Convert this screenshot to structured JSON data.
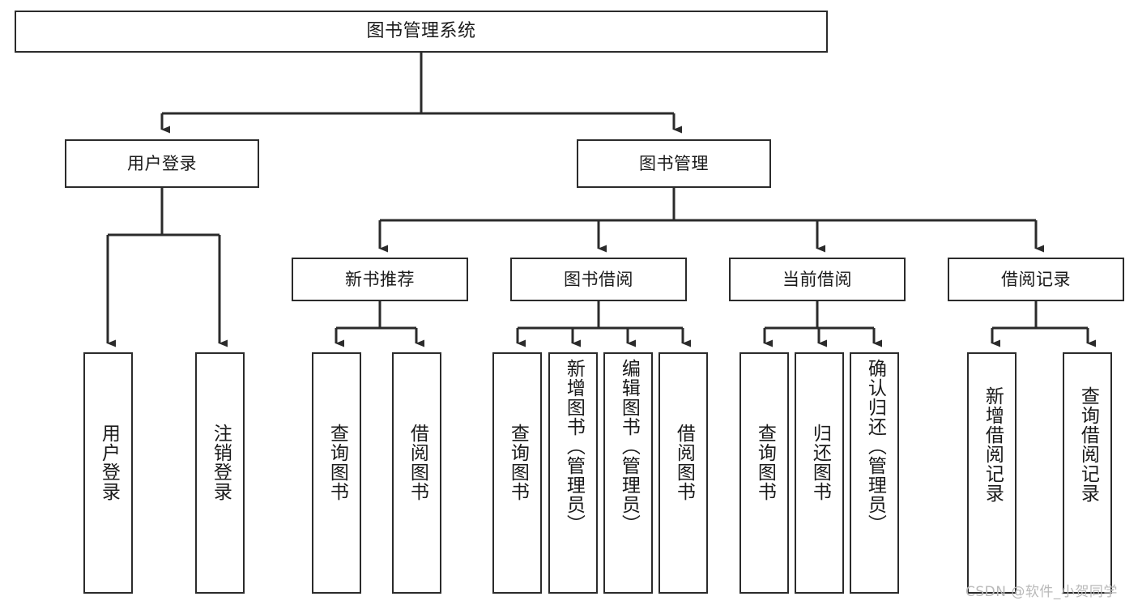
{
  "diagram": {
    "title": "图书管理系统",
    "type": "hierarchy-tree",
    "root": {
      "id": "root",
      "label": "图书管理系统"
    },
    "level2": [
      {
        "id": "user-login",
        "label": "用户登录"
      },
      {
        "id": "book-manage",
        "label": "图书管理"
      }
    ],
    "level3": [
      {
        "id": "new-book-rec",
        "label": "新书推荐"
      },
      {
        "id": "book-borrow",
        "label": "图书借阅"
      },
      {
        "id": "current-borrow",
        "label": "当前借阅"
      },
      {
        "id": "borrow-record",
        "label": "借阅记录"
      }
    ],
    "leaves": {
      "user-login": [
        {
          "id": "leaf-user-login",
          "label": "用户登录"
        },
        {
          "id": "leaf-logout",
          "label": "注销登录"
        }
      ],
      "new-book-rec": [
        {
          "id": "leaf-query-book-1",
          "label": "查询图书"
        },
        {
          "id": "leaf-borrow-book-1",
          "label": "借阅图书"
        }
      ],
      "book-borrow": [
        {
          "id": "leaf-query-book-2",
          "label": "查询图书"
        },
        {
          "id": "leaf-add-book",
          "label": "新增图书（管理员）"
        },
        {
          "id": "leaf-edit-book",
          "label": "编辑图书（管理员）"
        },
        {
          "id": "leaf-borrow-book-2",
          "label": "借阅图书"
        }
      ],
      "current-borrow": [
        {
          "id": "leaf-query-book-3",
          "label": "查询图书"
        },
        {
          "id": "leaf-return-book",
          "label": "归还图书"
        },
        {
          "id": "leaf-confirm-return",
          "label": "确认归还（管理员）"
        }
      ],
      "borrow-record": [
        {
          "id": "leaf-add-record",
          "label": "新增借阅记录"
        },
        {
          "id": "leaf-query-record",
          "label": "查询借阅记录"
        }
      ]
    }
  },
  "watermark": {
    "text": "CSDN @软件_小贺同学"
  },
  "colors": {
    "border": "#2b2b2b",
    "text": "#1a1a1a",
    "background": "#ffffff",
    "watermark": "#b9b9b9"
  }
}
